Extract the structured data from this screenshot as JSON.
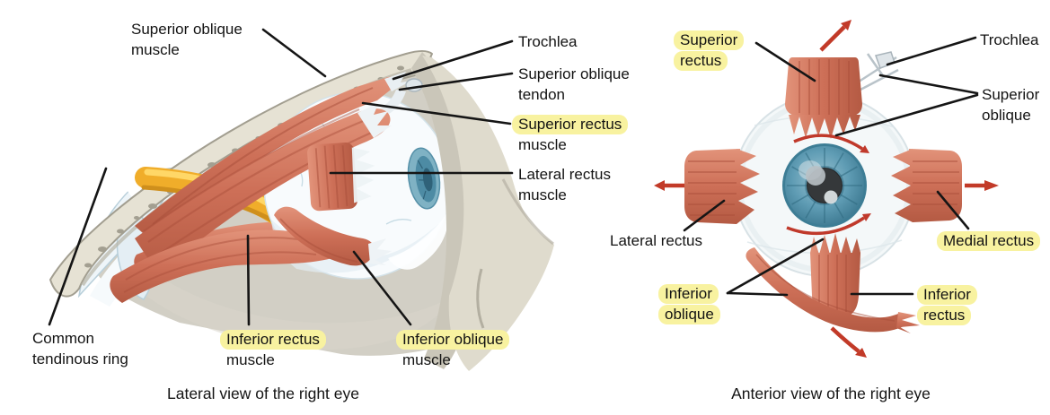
{
  "lateral": {
    "caption": "Lateral view of the right eye",
    "labels": {
      "superior_oblique_muscle": {
        "line1": "Superior oblique",
        "line2": "muscle"
      },
      "trochlea": {
        "line1": "Trochlea"
      },
      "superior_oblique_tendon": {
        "line1": "Superior oblique",
        "line2": "tendon"
      },
      "superior_rectus_muscle": {
        "line1": "Superior rectus",
        "line2": "muscle"
      },
      "lateral_rectus_muscle": {
        "line1": "Lateral rectus",
        "line2": "muscle"
      },
      "common_tendinous_ring": {
        "line1": "Common",
        "line2": "tendinous ring"
      },
      "inferior_rectus_muscle": {
        "line1": "Inferior rectus",
        "line2": "muscle"
      },
      "inferior_oblique_muscle": {
        "line1": "Inferior oblique",
        "line2": "muscle"
      }
    }
  },
  "anterior": {
    "caption": "Anterior view of the right eye",
    "labels": {
      "superior_rectus": {
        "line1": "Superior",
        "line2": "rectus"
      },
      "trochlea": {
        "line1": "Trochlea"
      },
      "superior_oblique": {
        "line1": "Superior",
        "line2": "oblique"
      },
      "lateral_rectus": {
        "line1": "Lateral rectus"
      },
      "medial_rectus": {
        "line1": "Medial rectus"
      },
      "inferior_oblique": {
        "line1": "Inferior",
        "line2": "oblique"
      },
      "inferior_rectus": {
        "line1": "Inferior",
        "line2": "rectus"
      }
    }
  },
  "colors": {
    "label_highlight": "#f8f2a0",
    "text": "#131313",
    "pointer_line": "#151515",
    "muscle": "#cd6f57",
    "muscle_dark": "#a84e3a",
    "bone": "#e6e2d4",
    "backdrop_gray": "#d2cfc5",
    "optic_nerve_yellow": "#f0ad2a",
    "arrow_red": "#c23a28",
    "iris_blue": "#5f9cb4",
    "sclera": "#f4f8f9"
  }
}
